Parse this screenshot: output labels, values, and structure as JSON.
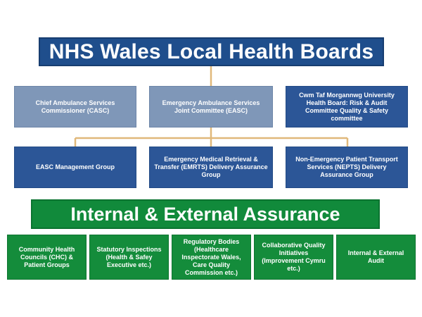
{
  "title": "NHS Wales Local Health Boards",
  "level1": [
    {
      "label": "Chief Ambulance Services Commissioner (CASC)"
    },
    {
      "label": "Emergency Ambulance Services Joint Committee (EASC)"
    },
    {
      "label": "Cwm Taf Morgannwg University Health Board: Risk & Audit Committee Quality & Safety committee"
    }
  ],
  "level2": [
    {
      "label": "EASC Management Group"
    },
    {
      "label": "Emergency Medical Retrieval & Transfer (EMRTS) Delivery Assurance Group"
    },
    {
      "label": "Non-Emergency Patient Transport Services (NEPTS) Delivery Assurance Group"
    }
  ],
  "assurance_title": "Internal & External Assurance",
  "assurance": [
    {
      "label": "Community Health Councils (CHC) & Patient Groups"
    },
    {
      "label": "Statutory Inspections (Health & Safey Executive etc.)"
    },
    {
      "label": "Regulatory Bodies (Healthcare Inspectorate Wales, Care Quality Commission etc.)"
    },
    {
      "label": "Collaborative Quality Initiatives (Improvement Cymru etc.)"
    },
    {
      "label": "Internal & External Audit"
    }
  ],
  "colors": {
    "title_blue": "#1f4e8c",
    "light_blue": "#7f97b8",
    "dark_blue": "#2c5697",
    "green": "#118a3b",
    "connector": "#e0b87a"
  }
}
